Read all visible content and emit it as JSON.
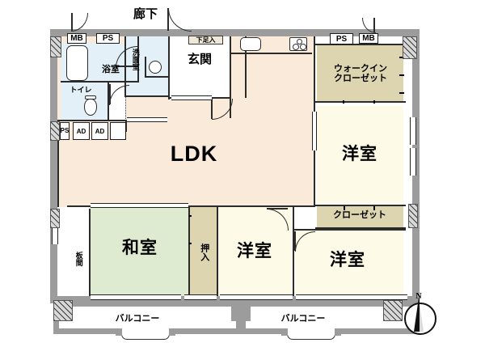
{
  "plan": {
    "title_note": "apartment floor plan",
    "compass": {
      "north_label": "N",
      "name": "north-compass"
    },
    "colors": {
      "ldk_fill": "#faeada",
      "tatami_fill": "#dfebd0",
      "western_room_fill": "#fdfbe8",
      "closet_fill": "#ddd4b0",
      "wet_area_fill": "#e4f0f8",
      "wall": "#9c9c9c",
      "outline": "#1d1d1d",
      "background": "#ffffff"
    }
  },
  "rooms": [
    {
      "id": "ldk",
      "label": "LDK",
      "fill": "#faeada"
    },
    {
      "id": "genkan",
      "label": "玄関",
      "fill": "#ffffff"
    },
    {
      "id": "corridor",
      "label": "廊下",
      "fill": "#ffffff"
    },
    {
      "id": "bathroom",
      "label": "浴室",
      "fill": "#e4f0f8"
    },
    {
      "id": "washroom",
      "label": "洗面室",
      "fill": "#e4f0f8"
    },
    {
      "id": "toilet",
      "label": "トイレ",
      "fill": "#e4f0f8"
    },
    {
      "id": "washitsu",
      "label": "和室",
      "fill": "#dfebd0"
    },
    {
      "id": "oshiire",
      "label": "押入",
      "fill": "#ddd4b0"
    },
    {
      "id": "itama",
      "label": "板間",
      "fill": "#ffffff"
    },
    {
      "id": "yoshitsu_center",
      "label": "洋室",
      "fill": "#fdfbe8"
    },
    {
      "id": "yoshitsu_ne",
      "label": "洋室",
      "fill": "#fdfbe8"
    },
    {
      "id": "yoshitsu_se",
      "label": "洋室",
      "fill": "#fdfbe8"
    },
    {
      "id": "walk_in_closet",
      "label": "ウォークイン\nクローゼット",
      "fill": "#ddd4b0"
    },
    {
      "id": "closet",
      "label": "クローゼット",
      "fill": "#ddd4b0"
    },
    {
      "id": "balcony_west",
      "label": "バルコニー",
      "fill": "#ffffff"
    },
    {
      "id": "balcony_east",
      "label": "バルコニー",
      "fill": "#ffffff"
    }
  ],
  "tags": [
    {
      "id": "mb_west",
      "label": "MB"
    },
    {
      "id": "ps_west",
      "label": "PS"
    },
    {
      "id": "ps_east",
      "label": "PS"
    },
    {
      "id": "mb_east",
      "label": "MB"
    },
    {
      "id": "ps_lower",
      "label": "PS"
    },
    {
      "id": "ad_1",
      "label": "AD"
    },
    {
      "id": "ad_2",
      "label": "AD"
    },
    {
      "id": "shoe_box",
      "label": "下足入"
    }
  ],
  "fixtures": [
    {
      "id": "bathtub",
      "name": "bathtub"
    },
    {
      "id": "kitchen-sink",
      "name": "kitchen-sink"
    },
    {
      "id": "gas-stove",
      "name": "gas-stove"
    },
    {
      "id": "toilet-bowl",
      "name": "toilet-bowl"
    },
    {
      "id": "washing-machine",
      "name": "washing-machine-pan"
    }
  ]
}
